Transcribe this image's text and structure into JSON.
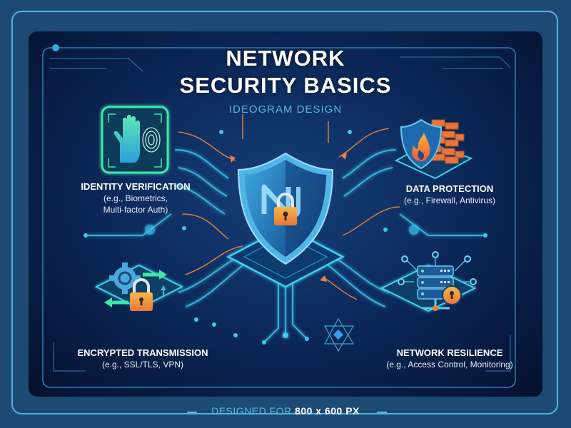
{
  "title": {
    "line1": "NETWORK",
    "line2": "SECURITY BASICS",
    "subtitle": "IDEOGRAM DESIGN"
  },
  "center": {
    "icon": "shield-lock-icon",
    "monogram": "N"
  },
  "sections": [
    {
      "id": "identity",
      "heading": "IDENTITY VERIFICATION",
      "detail_line1": "(e.g., Biometrics,",
      "detail_line2": "Multi-factor Auth)",
      "icon": "hand-fingerprint-icon"
    },
    {
      "id": "data",
      "heading": "DATA PROTECTION",
      "detail_line1": "(e.g., Firewall, Antivirus)",
      "icon": "firewall-shield-icon"
    },
    {
      "id": "encrypted",
      "heading": "ENCRYPTED TRANSMISSION",
      "detail_line1": "(e.g., SSL/TLS, VPN)",
      "icon": "gear-lock-arrows-icon"
    },
    {
      "id": "resilience",
      "heading": "NETWORK RESILIENCE",
      "detail_line1": "(e.g., Access Control, Monitoring)",
      "icon": "server-lock-icon"
    }
  ],
  "footer": {
    "prefix": "DESIGNED FOR ",
    "size": "800 x 600 PX"
  },
  "colors": {
    "background": "#1d4a72",
    "frame": "#4fb4e6",
    "panel": "#0c2a5c",
    "accent_cyan": "#3fd0f0",
    "accent_green": "#3ee8a8",
    "accent_orange": "#f08a3a"
  }
}
